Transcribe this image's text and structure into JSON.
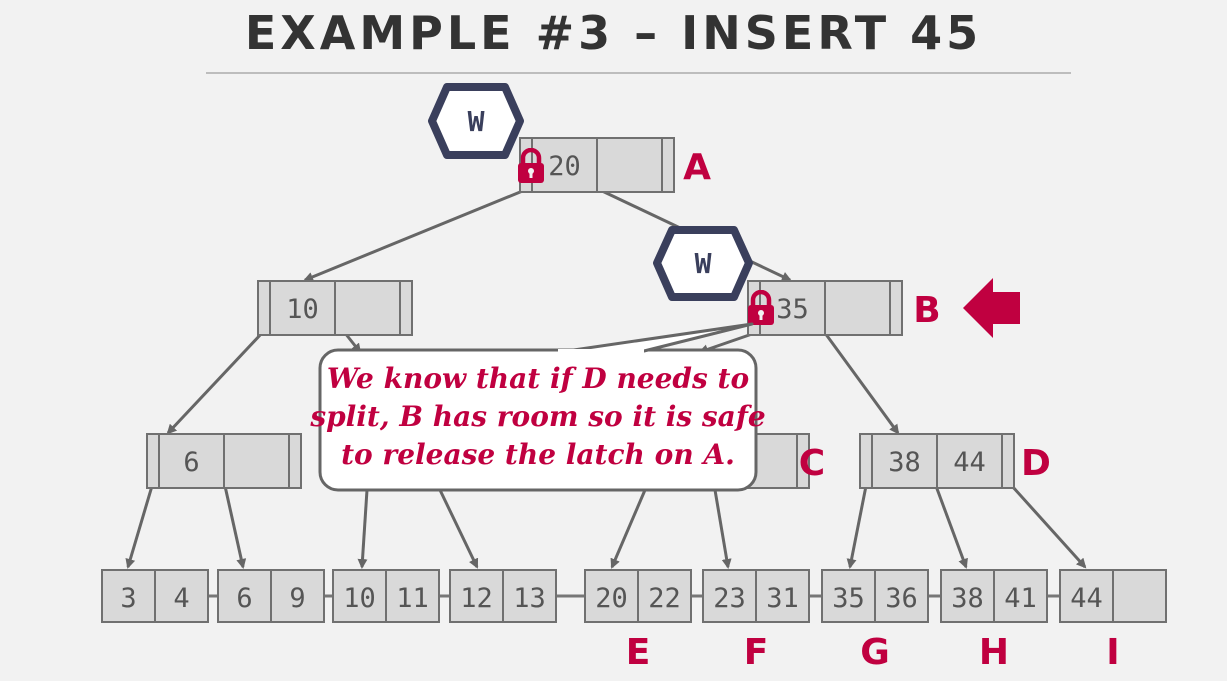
{
  "title": "EXAMPLE #3 – INSERT 45",
  "colors": {
    "accent": "#c00040",
    "latch_border": "#3a3f5c",
    "node_fill": "#d9d9d9",
    "node_border": "#707070",
    "edge": "#666666",
    "key_text": "#555555"
  },
  "latches": [
    {
      "label": "W",
      "at": "A"
    },
    {
      "label": "W",
      "at": "B"
    }
  ],
  "inner_nodes": [
    {
      "label": "A",
      "keys": [
        "20",
        ""
      ]
    },
    {
      "label": "",
      "keys": [
        "10",
        ""
      ]
    },
    {
      "label": "B",
      "keys": [
        "35",
        ""
      ]
    },
    {
      "label": "",
      "keys": [
        "6",
        ""
      ]
    },
    {
      "label": "C",
      "keys": [
        "",
        ""
      ]
    },
    {
      "label": "D",
      "keys": [
        "38",
        "44"
      ]
    }
  ],
  "leaves": [
    {
      "label": "",
      "keys": [
        "3",
        "4"
      ]
    },
    {
      "label": "",
      "keys": [
        "6",
        "9"
      ]
    },
    {
      "label": "",
      "keys": [
        "10",
        "11"
      ]
    },
    {
      "label": "",
      "keys": [
        "12",
        "13"
      ]
    },
    {
      "label": "E",
      "keys": [
        "20",
        "22"
      ]
    },
    {
      "label": "F",
      "keys": [
        "23",
        "31"
      ]
    },
    {
      "label": "G",
      "keys": [
        "35",
        "36"
      ]
    },
    {
      "label": "H",
      "keys": [
        "38",
        "41"
      ]
    },
    {
      "label": "I",
      "keys": [
        "44",
        ""
      ]
    }
  ],
  "callout": {
    "lines": [
      "We know that if D needs to",
      "split, B has room so it is safe",
      "to release the latch on A."
    ]
  },
  "pointer_arrow": {
    "icon": "left-arrow-icon",
    "at": "B"
  }
}
